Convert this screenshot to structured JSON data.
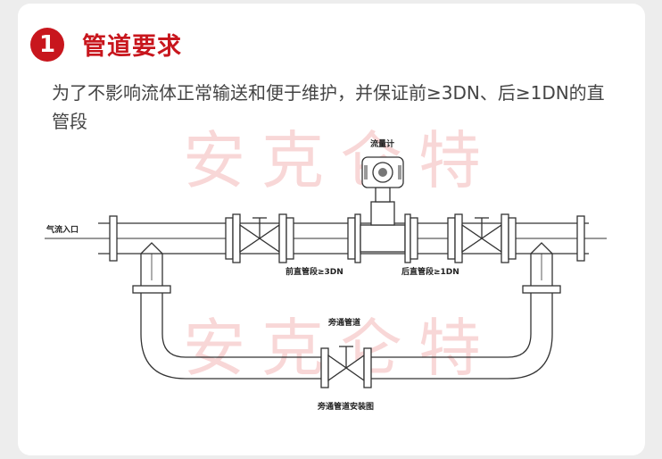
{
  "section": {
    "number": "1",
    "title": "管道要求",
    "description": "为了不影响流体正常输送和便于维护，并保证前≥3DN、后≥1DN的直管段"
  },
  "diagram": {
    "flowmeter_label": "流量计",
    "inlet_label": "气流入口",
    "upstream_label": "前直管段≥3DN",
    "downstream_label": "后直管段≥1DN",
    "bypass_label": "旁通管道",
    "caption": "旁通管道安装图"
  },
  "watermark": "安克仑特",
  "colors": {
    "accent": "#c8161d",
    "line": "#333333",
    "watermark": "#f4b8b8"
  }
}
